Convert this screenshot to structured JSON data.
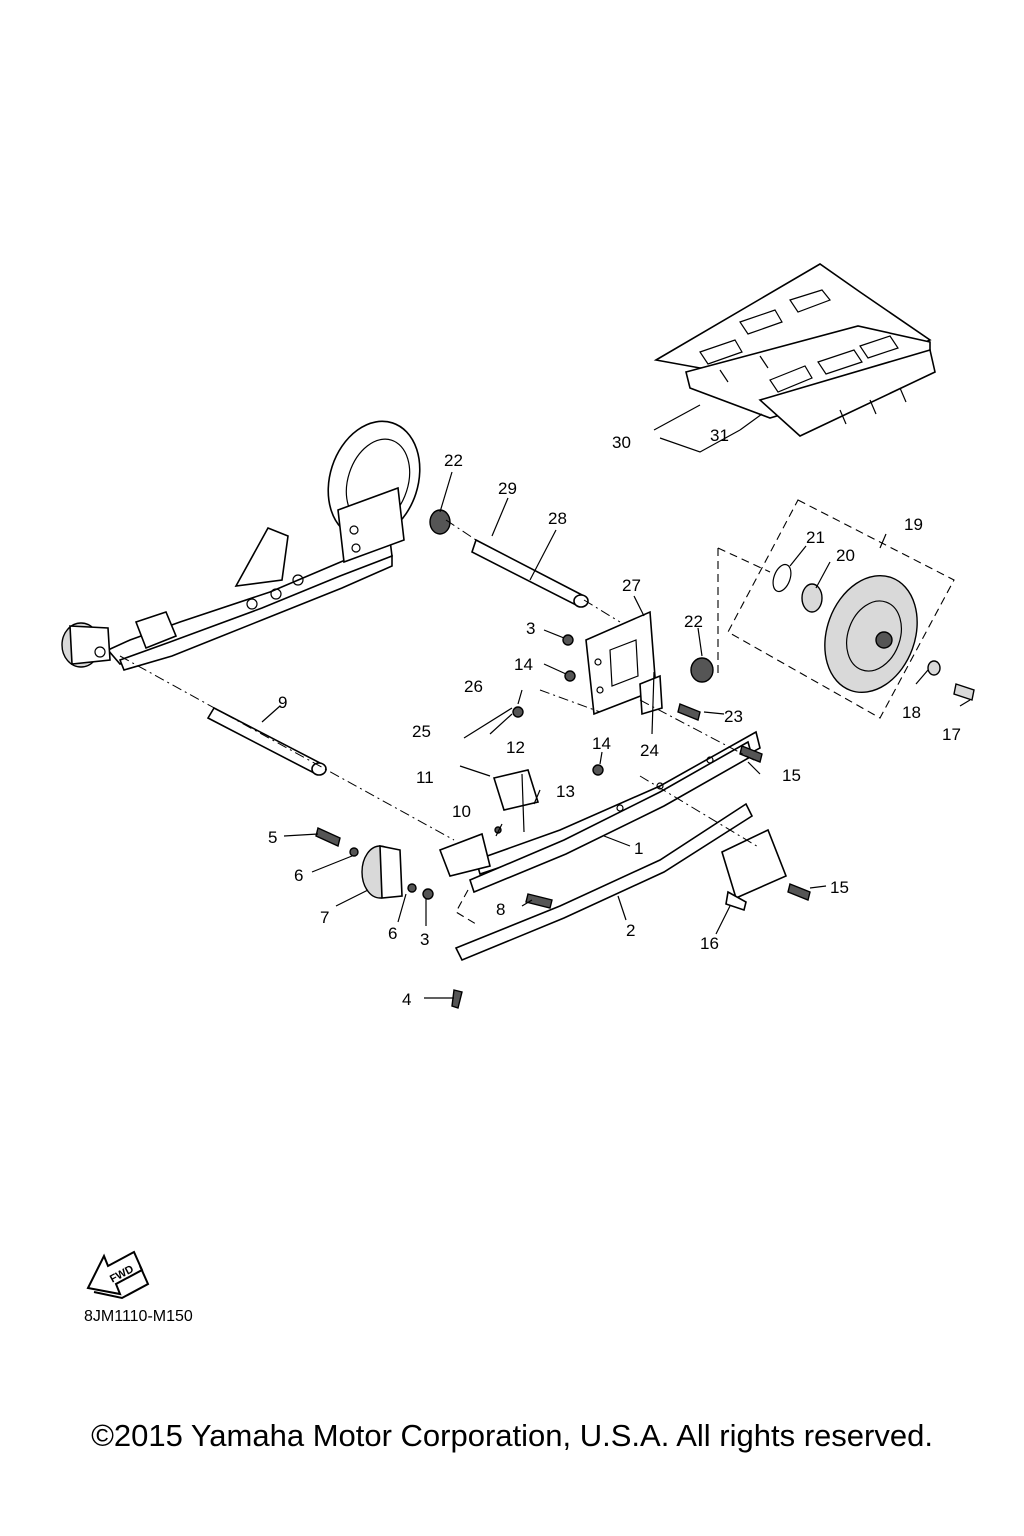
{
  "diagram_code": "8JM1110-M150",
  "copyright": "©2015 Yamaha Motor Corporation, U.S.A. All rights reserved.",
  "fwd_label": "FWD",
  "callouts": {
    "c1": "1",
    "c2": "2",
    "c3a": "3",
    "c3b": "3",
    "c4": "4",
    "c5": "5",
    "c6a": "6",
    "c6b": "6",
    "c7": "7",
    "c8": "8",
    "c9": "9",
    "c10": "10",
    "c11": "11",
    "c12": "12",
    "c13": "13",
    "c14a": "14",
    "c14b": "14",
    "c15a": "15",
    "c15b": "15",
    "c16": "16",
    "c17": "17",
    "c18": "18",
    "c19": "19",
    "c20": "20",
    "c21": "21",
    "c22a": "22",
    "c22b": "22",
    "c23": "23",
    "c24": "24",
    "c25": "25",
    "c26": "26",
    "c27": "27",
    "c28": "28",
    "c29": "29",
    "c30": "30",
    "c31": "31"
  }
}
